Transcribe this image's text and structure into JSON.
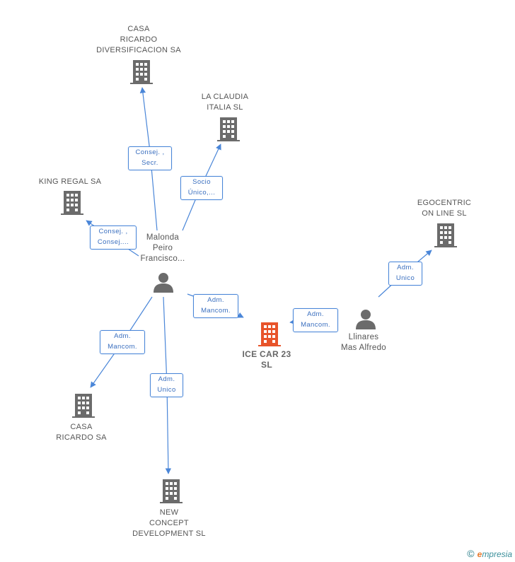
{
  "diagram": {
    "nodes": {
      "casa_diversificacion": {
        "label": "CASA\nRICARDO\nDIVERSIFICACION SA",
        "icon": "building-icon"
      },
      "la_claudia": {
        "label": "LA CLAUDIA\nITALIA  SL",
        "icon": "building-icon"
      },
      "king_regal": {
        "label": "KING REGAL SA",
        "icon": "building-icon"
      },
      "egocentric": {
        "label": "EGOCENTRIC\nON LINE SL",
        "icon": "building-icon"
      },
      "malonda": {
        "label": "Malonda\nPeiro\nFrancisco...",
        "icon": "person-icon"
      },
      "ice_car": {
        "label": "ICE CAR 23\nSL",
        "icon": "building-icon",
        "color": "#e8542a"
      },
      "llinares": {
        "label": "Llinares\nMas Alfredo",
        "icon": "person-icon"
      },
      "casa_ricardo": {
        "label": "CASA\nRICARDO SA",
        "icon": "building-icon"
      },
      "new_concept": {
        "label": "NEW\nCONCEPT\nDEVELOPMENT SL",
        "icon": "building-icon"
      }
    },
    "edges": {
      "e_diversificacion": "Consej. ,\nSecr.",
      "e_claudia": "Socio\nÚnico,...",
      "e_king": "Consej. ,\nConsej....",
      "e_icecar_malonda": "Adm.\nMancom.",
      "e_icecar_llinares": "Adm.\nMancom.",
      "e_egocentric": "Adm.\nUnico",
      "e_casa_ricardo": "Adm.\nMancom.",
      "e_new_concept": "Adm.\nUnico"
    }
  },
  "colors": {
    "icon_gray": "#6b6b6b",
    "focus_orange": "#e8542a",
    "edge_blue": "#4a86d8"
  },
  "footer": {
    "copyright_symbol": "©",
    "brand_initial": "e",
    "brand_rest": "mpresia"
  }
}
